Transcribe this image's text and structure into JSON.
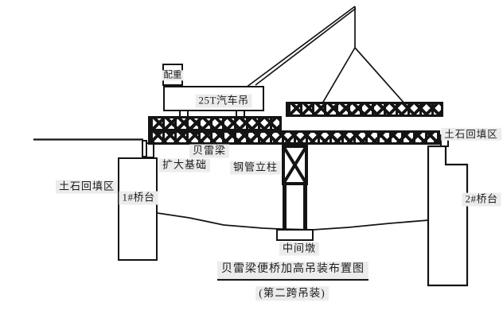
{
  "diagram": {
    "type": "engineering-elevation-diagram",
    "title": "贝雷梁便桥加高吊装布置图",
    "subtitle": "(第二跨吊装)",
    "labels": {
      "counterweight": "配重",
      "truck_crane": "25T汽车吊",
      "bailey_beam": "贝雷梁",
      "spread_foundation": "扩大基础",
      "steel_pipe_column": "钢管立柱",
      "backfill_left": "土石回填区",
      "abutment_1": "1#桥台",
      "middle_pier": "中间墩",
      "abutment_2": "2#桥台",
      "backfill_right": "土石回填区"
    },
    "colors": {
      "line": "#1a1a1a",
      "label_background": "#ececec",
      "background": "#ffffff"
    }
  }
}
